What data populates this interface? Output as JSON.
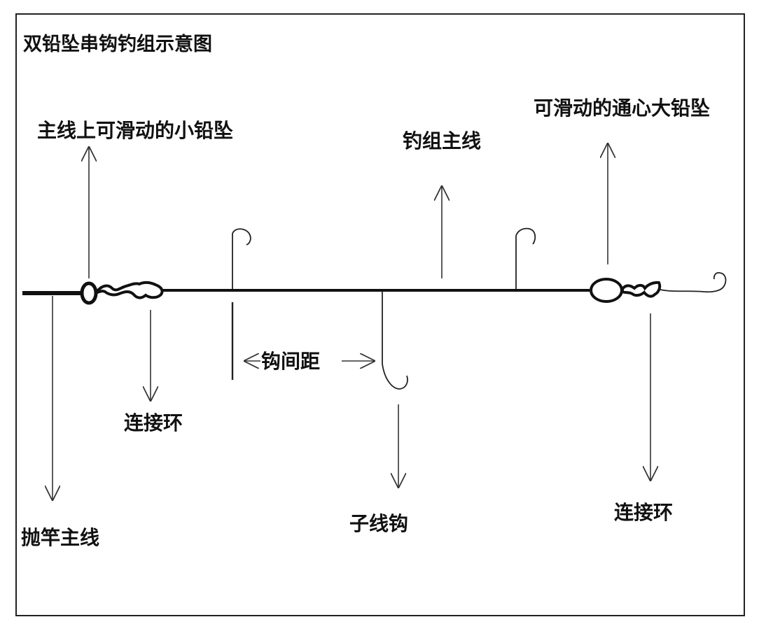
{
  "title": "双铅坠串钩钓组示意图",
  "labels": {
    "small_sinker": "主线上可滑动的小铅坠",
    "rig_main_line": "钓组主线",
    "large_sinker": "可滑动的通心大铅坠",
    "swivel_left": "连接环",
    "hook_spacing": "钩间距",
    "branch_hook": "子线钩",
    "swivel_right": "连接环",
    "casting_line": "抛竿主线"
  },
  "colors": {
    "line": "#111111",
    "arrow": "#333333",
    "frame": "#222222",
    "background": "#ffffff"
  }
}
